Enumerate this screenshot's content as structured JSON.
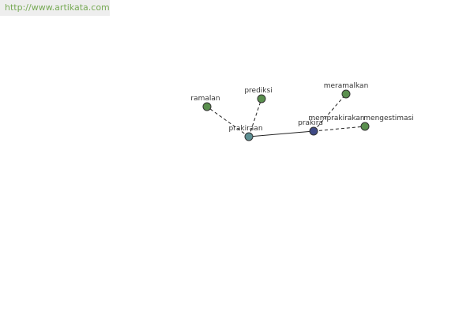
{
  "watermark": {
    "url": "http://www.artikata.com",
    "color": "#77aa55"
  },
  "colors": {
    "synonym_node": "#5a8f4e",
    "root_node": "#5d8f93",
    "derived_node": "#3f4a86",
    "edge": "#222222"
  },
  "graph": {
    "nodes": [
      {
        "id": "prakiraan",
        "label": "prakiraan",
        "kind": "root"
      },
      {
        "id": "prakira",
        "label": "prakira",
        "kind": "derived"
      },
      {
        "id": "ramalan",
        "label": "ramalan",
        "kind": "synonym"
      },
      {
        "id": "prediksi",
        "label": "prediksi",
        "kind": "synonym"
      },
      {
        "id": "meramalkan",
        "label": "meramalkan",
        "kind": "synonym"
      },
      {
        "id": "memprakirakan",
        "label": "memprakirakan",
        "kind": "synonym"
      },
      {
        "id": "mengestimasi",
        "label": "mengestimasi",
        "kind": "synonym"
      }
    ],
    "edges": [
      {
        "from": "prakiraan",
        "to": "prakira",
        "style": "solid"
      },
      {
        "from": "prakiraan",
        "to": "ramalan",
        "style": "dashed"
      },
      {
        "from": "prakiraan",
        "to": "prediksi",
        "style": "dashed"
      },
      {
        "from": "prakira",
        "to": "meramalkan",
        "style": "dashed"
      },
      {
        "from": "prakira",
        "to": "mengestimasi",
        "style": "dashed"
      }
    ]
  }
}
